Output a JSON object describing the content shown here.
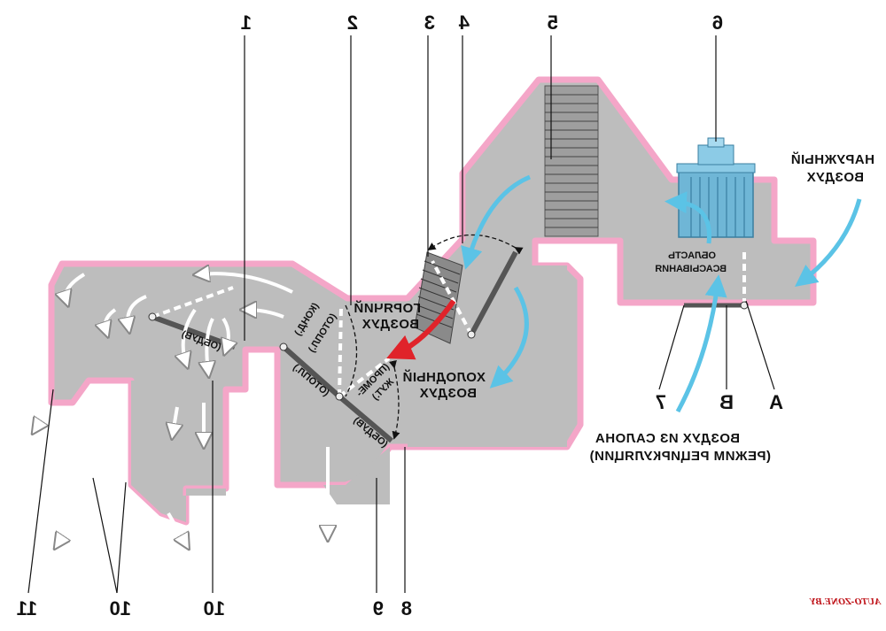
{
  "labels": {
    "n1": "1",
    "n2": "2",
    "n3": "3",
    "n4": "4",
    "n5": "5",
    "n6": "6",
    "n7": "7",
    "n8": "8",
    "n9": "9",
    "n10a": "10",
    "n10b": "10",
    "n11": "11",
    "lA": "A",
    "lB": "B"
  },
  "captions": {
    "outside_air_1": "НАРУЖНЫЙ",
    "outside_air_2": "ВОЗДУХ",
    "cabin_air_1": "ВОЗДУХ ИЗ САЛОНА",
    "cabin_air_2": "(РЕЖИМ РЕЦИРКУЛЯЦИИ)",
    "intake_1": "ОБЛАСТЬ",
    "intake_2": "ВСАСЫВАНИЯ",
    "hot_1": "ГОРЯЧИЙ",
    "hot_2": "ВОЗДУХ",
    "cold_1": "ХОЛОДНЫЙ",
    "cold_2": "ВОЗДУХ",
    "flap_heat_1": "(ОТОПЛ.)",
    "flap_cond_1": "(КОНД.)",
    "flap_inter": "(ПРОМЕ-",
    "flap_inter2": "ЖУТ.)",
    "flap_heat_2": "(ОТОПЛ.)",
    "flap_blow_1": "(ОБДУВ)",
    "flap_blow_2": "(ОБДУВ)"
  },
  "logo": "AUTO-ZONE.BY",
  "colors": {
    "body": "#bdbdbd",
    "outline": "#f4a6c8",
    "cold_arrow": "#5bc3e6",
    "hot_arrow": "#e0232a",
    "flow_arrow": "#ffffff",
    "text": "#111111"
  }
}
